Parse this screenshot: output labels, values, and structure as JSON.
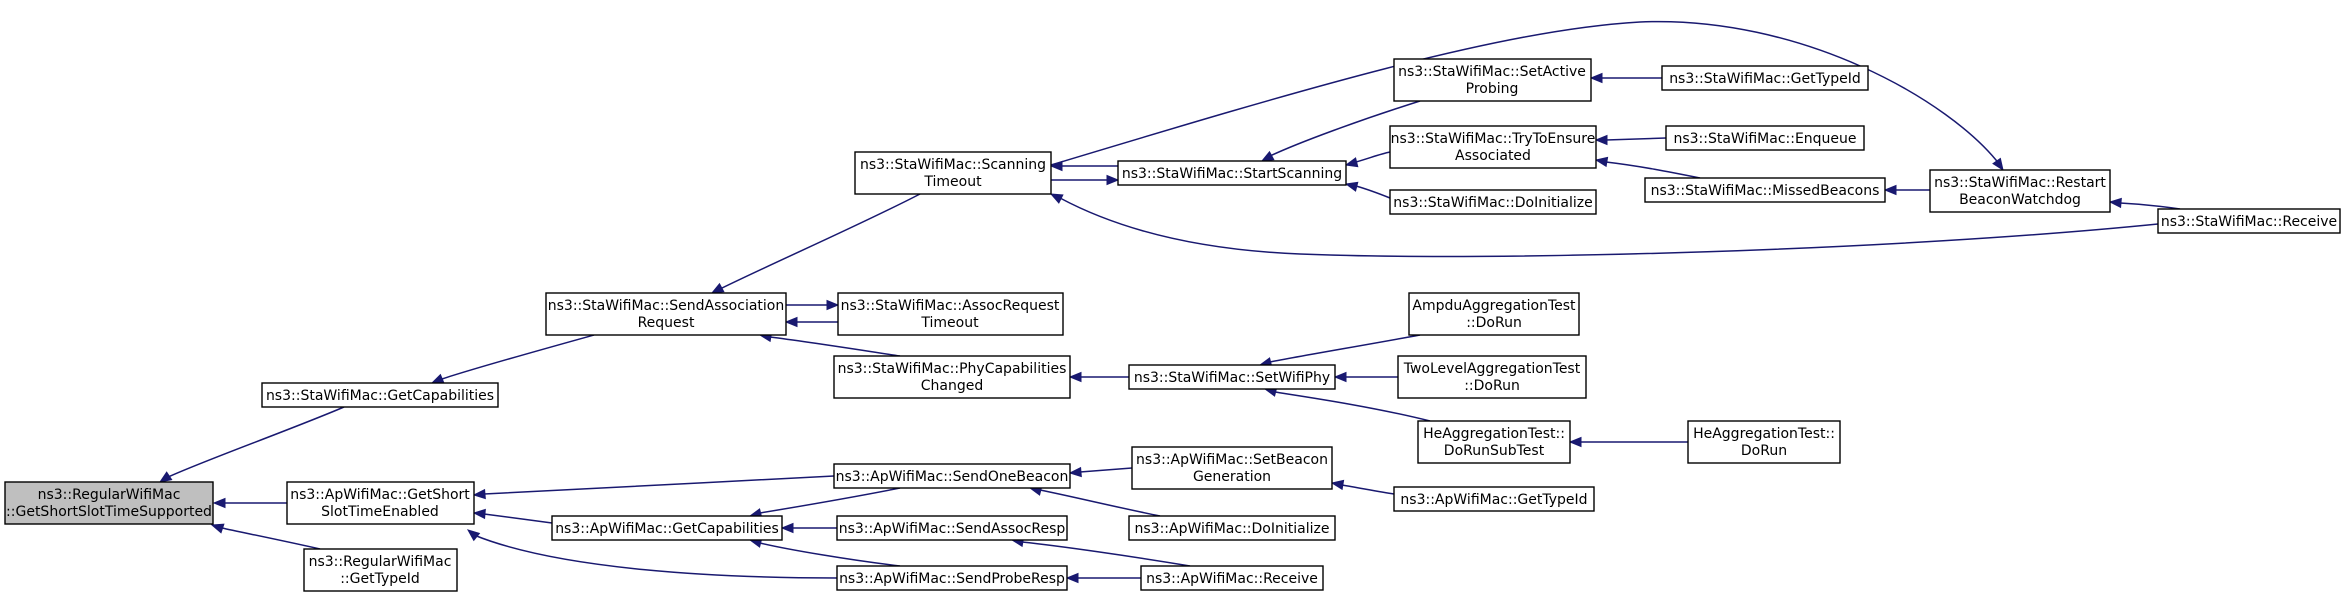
{
  "diagram": {
    "type": "call-graph",
    "nodes": [
      {
        "id": "root",
        "lines": [
          "ns3::RegularWifiMac",
          "::GetShortSlotTimeSupported"
        ],
        "highlighted": true
      },
      {
        "id": "sta_getcap",
        "lines": [
          "ns3::StaWifiMac::GetCapabilities"
        ]
      },
      {
        "id": "ap_getshort",
        "lines": [
          "ns3::ApWifiMac::GetShort",
          "SlotTimeEnabled"
        ]
      },
      {
        "id": "reg_typeid",
        "lines": [
          "ns3::RegularWifiMac",
          "::GetTypeId"
        ]
      },
      {
        "id": "sta_sendassoc",
        "lines": [
          "ns3::StaWifiMac::SendAssociation",
          "Request"
        ]
      },
      {
        "id": "ap_getcap",
        "lines": [
          "ns3::ApWifiMac::GetCapabilities"
        ]
      },
      {
        "id": "sta_scantimeout",
        "lines": [
          "ns3::StaWifiMac::Scanning",
          "Timeout"
        ]
      },
      {
        "id": "sta_assoctimeout",
        "lines": [
          "ns3::StaWifiMac::AssocRequest",
          "Timeout"
        ]
      },
      {
        "id": "sta_phycap",
        "lines": [
          "ns3::StaWifiMac::PhyCapabilities",
          "Changed"
        ]
      },
      {
        "id": "ap_sendbeacon",
        "lines": [
          "ns3::ApWifiMac::SendOneBeacon"
        ]
      },
      {
        "id": "ap_sendassocresp",
        "lines": [
          "ns3::ApWifiMac::SendAssocResp"
        ]
      },
      {
        "id": "ap_sendprobe",
        "lines": [
          "ns3::ApWifiMac::SendProbeResp"
        ]
      },
      {
        "id": "sta_startscan",
        "lines": [
          "ns3::StaWifiMac::StartScanning"
        ]
      },
      {
        "id": "sta_setwifiphy",
        "lines": [
          "ns3::StaWifiMac::SetWifiPhy"
        ]
      },
      {
        "id": "ap_setbeacongen",
        "lines": [
          "ns3::ApWifiMac::SetBeacon",
          "Generation"
        ]
      },
      {
        "id": "ap_doinit",
        "lines": [
          "ns3::ApWifiMac::DoInitialize"
        ]
      },
      {
        "id": "ap_receive",
        "lines": [
          "ns3::ApWifiMac::Receive"
        ]
      },
      {
        "id": "sta_setactive",
        "lines": [
          "ns3::StaWifiMac::SetActive",
          "Probing"
        ]
      },
      {
        "id": "sta_tryensure",
        "lines": [
          "ns3::StaWifiMac::TryToEnsure",
          "Associated"
        ]
      },
      {
        "id": "sta_doinit",
        "lines": [
          "ns3::StaWifiMac::DoInitialize"
        ]
      },
      {
        "id": "ampdu",
        "lines": [
          "AmpduAggregationTest",
          "::DoRun"
        ]
      },
      {
        "id": "twolevel",
        "lines": [
          "TwoLevelAggregationTest",
          "::DoRun"
        ]
      },
      {
        "id": "heagg_sub",
        "lines": [
          "HeAggregationTest::",
          "DoRunSubTest"
        ]
      },
      {
        "id": "ap_gettypeid",
        "lines": [
          "ns3::ApWifiMac::GetTypeId"
        ]
      },
      {
        "id": "sta_gettypeid",
        "lines": [
          "ns3::StaWifiMac::GetTypeId"
        ]
      },
      {
        "id": "sta_enqueue",
        "lines": [
          "ns3::StaWifiMac::Enqueue"
        ]
      },
      {
        "id": "sta_missed",
        "lines": [
          "ns3::StaWifiMac::MissedBeacons"
        ]
      },
      {
        "id": "heagg_run",
        "lines": [
          "HeAggregationTest::",
          "DoRun"
        ]
      },
      {
        "id": "sta_restart",
        "lines": [
          "ns3::StaWifiMac::Restart",
          "BeaconWatchdog"
        ]
      },
      {
        "id": "sta_receive",
        "lines": [
          "ns3::StaWifiMac::Receive"
        ]
      }
    ]
  }
}
